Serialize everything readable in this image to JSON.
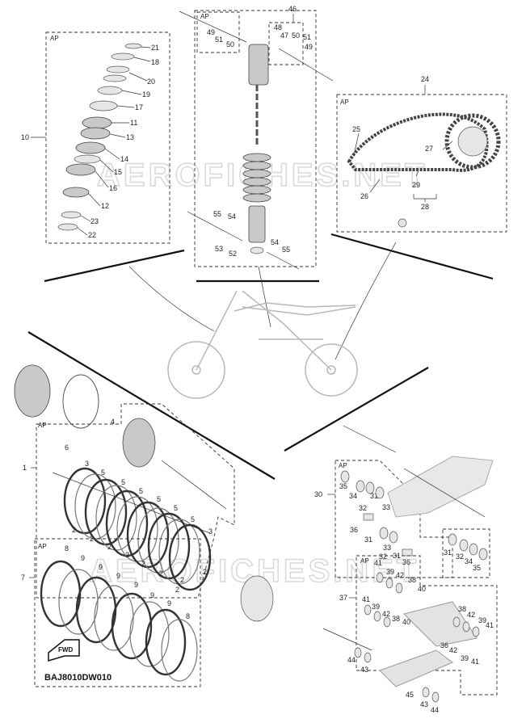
{
  "diagram_code": "BAJ8010DW010",
  "watermark_text": "AEROFICHES.NET",
  "ap_label": "AP",
  "fwd_label": "FWD",
  "front_fork_group": {
    "group_number": "10",
    "parts": [
      {
        "n": "21"
      },
      {
        "n": "18"
      },
      {
        "n": "20"
      },
      {
        "n": "19"
      },
      {
        "n": "17"
      },
      {
        "n": "11"
      },
      {
        "n": "13"
      },
      {
        "n": "14"
      },
      {
        "n": "15"
      },
      {
        "n": "16"
      },
      {
        "n": "12"
      },
      {
        "n": "23"
      },
      {
        "n": "22"
      }
    ]
  },
  "rear_shock_group": {
    "group_number": "46",
    "top_left_parts": [
      {
        "n": "49"
      },
      {
        "n": "51"
      },
      {
        "n": "50"
      }
    ],
    "top_right_parts": [
      {
        "n": "48"
      },
      {
        "n": "47"
      },
      {
        "n": "50"
      },
      {
        "n": "51"
      },
      {
        "n": "49"
      }
    ],
    "bottom_parts": [
      {
        "n": "55"
      },
      {
        "n": "54"
      },
      {
        "n": "53"
      },
      {
        "n": "52"
      },
      {
        "n": "54"
      },
      {
        "n": "55"
      }
    ]
  },
  "chain_group": {
    "group_number": "24",
    "parts": [
      {
        "n": "25"
      },
      {
        "n": "27"
      },
      {
        "n": "26"
      },
      {
        "n": "29"
      },
      {
        "n": "28"
      }
    ]
  },
  "clutch_group": {
    "group_number": "1",
    "parts": [
      {
        "n": "4"
      },
      {
        "n": "6"
      },
      {
        "n": "3"
      },
      {
        "n": "5"
      },
      {
        "n": "5"
      },
      {
        "n": "5"
      },
      {
        "n": "5"
      },
      {
        "n": "5"
      },
      {
        "n": "5"
      },
      {
        "n": "2"
      },
      {
        "n": "2"
      },
      {
        "n": "2"
      },
      {
        "n": "2"
      },
      {
        "n": "2"
      },
      {
        "n": "2"
      },
      {
        "n": "2"
      },
      {
        "n": "2"
      },
      {
        "n": "3"
      },
      {
        "n": "2"
      }
    ]
  },
  "clutch_plates_group": {
    "group_number": "7",
    "parts": [
      {
        "n": "8"
      },
      {
        "n": "9"
      },
      {
        "n": "9"
      },
      {
        "n": "9"
      },
      {
        "n": "9"
      },
      {
        "n": "9"
      },
      {
        "n": "9"
      },
      {
        "n": "8"
      }
    ]
  },
  "swingarm_group": {
    "group_number": "30",
    "parts": [
      {
        "n": "35"
      },
      {
        "n": "34"
      },
      {
        "n": "31"
      },
      {
        "n": "32"
      },
      {
        "n": "33"
      },
      {
        "n": "36"
      },
      {
        "n": "31"
      },
      {
        "n": "33"
      },
      {
        "n": "32"
      },
      {
        "n": "31"
      },
      {
        "n": "36"
      },
      {
        "n": "31"
      },
      {
        "n": "32"
      },
      {
        "n": "34"
      },
      {
        "n": "35"
      }
    ]
  },
  "linkage_group": {
    "group_number": "37",
    "parts": [
      {
        "n": "41"
      },
      {
        "n": "39"
      },
      {
        "n": "42"
      },
      {
        "n": "38"
      },
      {
        "n": "40"
      },
      {
        "n": "41"
      },
      {
        "n": "39"
      },
      {
        "n": "42"
      },
      {
        "n": "38"
      },
      {
        "n": "40"
      },
      {
        "n": "38"
      },
      {
        "n": "42"
      },
      {
        "n": "39"
      },
      {
        "n": "41"
      },
      {
        "n": "36"
      },
      {
        "n": "42"
      },
      {
        "n": "39"
      },
      {
        "n": "41"
      },
      {
        "n": "44"
      },
      {
        "n": "43"
      },
      {
        "n": "45"
      },
      {
        "n": "43"
      },
      {
        "n": "44"
      }
    ]
  }
}
